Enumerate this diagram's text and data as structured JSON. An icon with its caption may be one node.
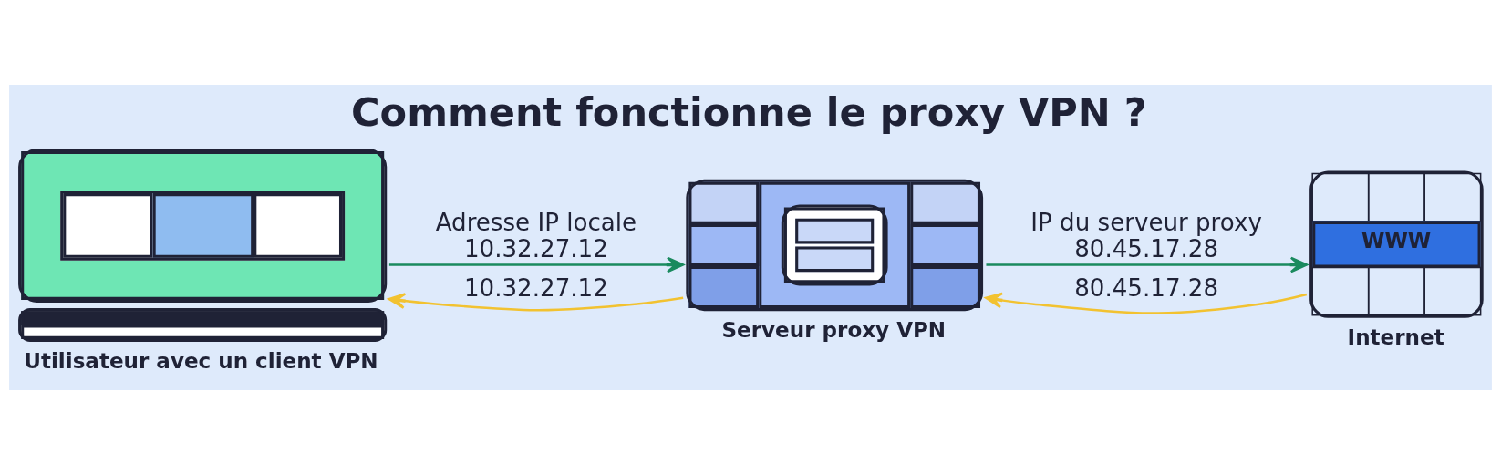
{
  "diagram": {
    "title": "Comment fonctionne le proxy VPN ?",
    "nodes": [
      {
        "text": [
          "Utilisateur avec un client VPN"
        ]
      },
      {
        "text": [
          "Serveur proxy VPN"
        ]
      },
      {
        "text": [
          "WWW",
          "Internet"
        ]
      }
    ],
    "edges": [
      {
        "from": 0,
        "to": 1,
        "arrow": "to",
        "label": "Adresse IP locale 10.32.27.12",
        "color": "#1a8a5e"
      },
      {
        "from": 1,
        "to": 0,
        "arrow": "to",
        "label": "10.32.27.12",
        "color": "#f2c230"
      },
      {
        "from": 1,
        "to": 2,
        "arrow": "to",
        "label": "IP du serveur proxy 80.45.17.28",
        "color": "#1a8a5e"
      },
      {
        "from": 2,
        "to": 1,
        "arrow": "to",
        "label": "80.45.17.28",
        "color": "#f2c230"
      }
    ]
  }
}
